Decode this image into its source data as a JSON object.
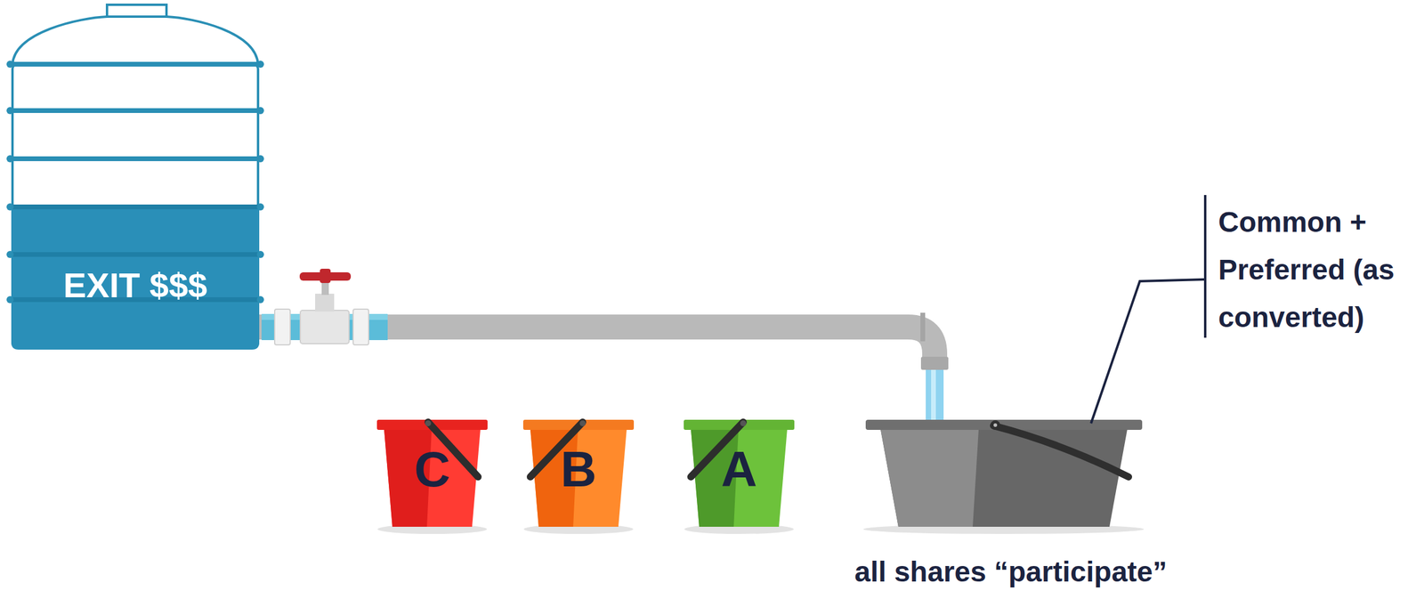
{
  "diagram": {
    "nodes": [
      {
        "text": [
          "EXIT $$$"
        ]
      },
      {
        "text": [
          "C"
        ]
      },
      {
        "text": [
          "B"
        ]
      },
      {
        "text": [
          "A"
        ]
      },
      {
        "text": [
          "all shares “participate”"
        ]
      }
    ],
    "edges": [
      {
        "from": 0,
        "to": 4,
        "arrow": "none"
      }
    ],
    "labels": [
      "Common + Preferred (as converted)"
    ]
  }
}
